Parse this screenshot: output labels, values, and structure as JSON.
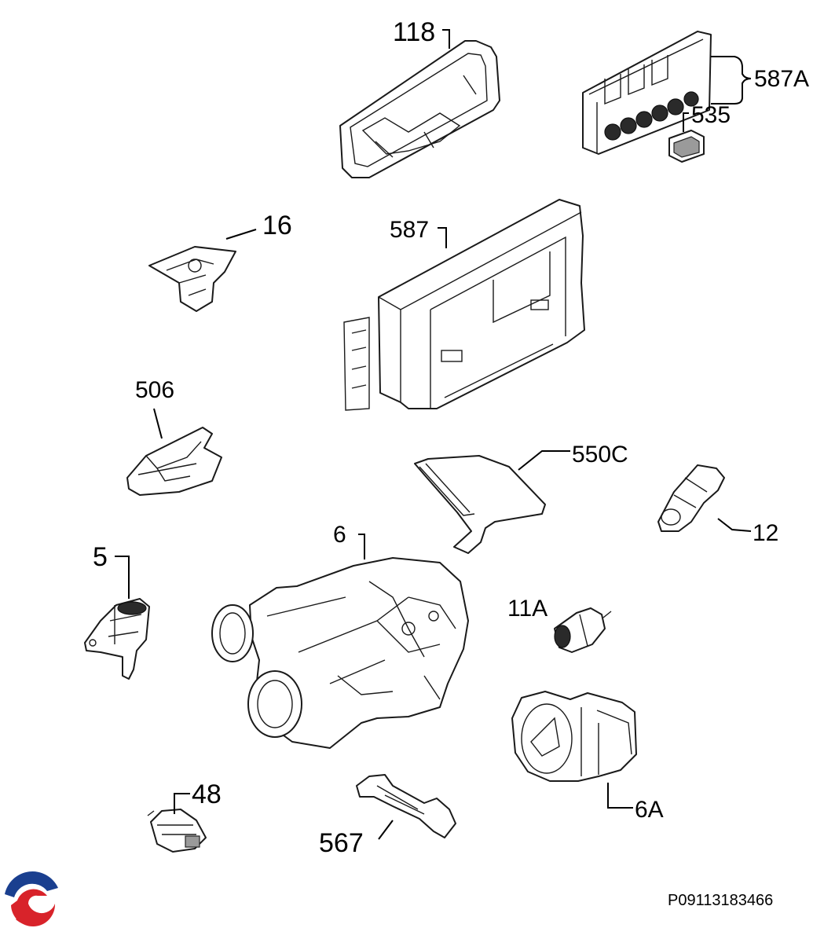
{
  "parts": [
    {
      "ref": "118"
    },
    {
      "ref": "587A"
    },
    {
      "ref": "535"
    },
    {
      "ref": "16"
    },
    {
      "ref": "587"
    },
    {
      "ref": "506"
    },
    {
      "ref": "550C"
    },
    {
      "ref": "12"
    },
    {
      "ref": "6"
    },
    {
      "ref": "5"
    },
    {
      "ref": "11A"
    },
    {
      "ref": "6A"
    },
    {
      "ref": "48"
    },
    {
      "ref": "567"
    }
  ],
  "diagram_id": "P09113183466",
  "logo": {
    "colors": [
      "#1a3f8f",
      "#d8232a"
    ]
  }
}
